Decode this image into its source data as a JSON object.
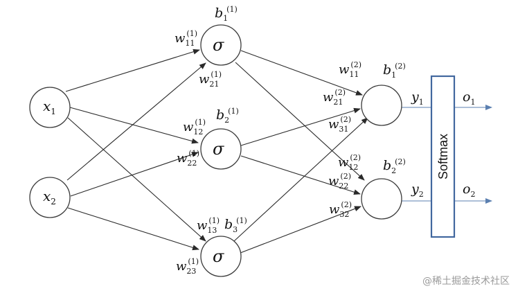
{
  "nodes": {
    "inputs": [
      {
        "symbol": "x",
        "sub": "1"
      },
      {
        "symbol": "x",
        "sub": "2"
      }
    ],
    "hidden": [
      {
        "activation": "σ",
        "bias": "b",
        "bias_sub": "1",
        "bias_sup": "(1)"
      },
      {
        "activation": "σ",
        "bias": "b",
        "bias_sub": "2",
        "bias_sup": "(1)"
      },
      {
        "activation": "σ",
        "bias": "b",
        "bias_sub": "3",
        "bias_sup": "(1)"
      }
    ],
    "output": [
      {
        "bias": "b",
        "bias_sub": "1",
        "bias_sup": "(2)",
        "y": "y",
        "y_sub": "1",
        "o": "o",
        "o_sub": "1"
      },
      {
        "bias": "b",
        "bias_sub": "2",
        "bias_sup": "(2)",
        "y": "y",
        "y_sub": "2",
        "o": "o",
        "o_sub": "2"
      }
    ]
  },
  "weights_layer1": [
    {
      "w": "w",
      "sub": "11",
      "sup": "(1)"
    },
    {
      "w": "w",
      "sub": "21",
      "sup": "(1)"
    },
    {
      "w": "w",
      "sub": "12",
      "sup": "(1)"
    },
    {
      "w": "w",
      "sub": "22",
      "sup": "(1)"
    },
    {
      "w": "w",
      "sub": "13",
      "sup": "(1)"
    },
    {
      "w": "w",
      "sub": "23",
      "sup": "(1)"
    }
  ],
  "weights_layer2": [
    {
      "w": "w",
      "sub": "11",
      "sup": "(2)"
    },
    {
      "w": "w",
      "sub": "21",
      "sup": "(2)"
    },
    {
      "w": "w",
      "sub": "31",
      "sup": "(2)"
    },
    {
      "w": "w",
      "sub": "12",
      "sup": "(2)"
    },
    {
      "w": "w",
      "sub": "22",
      "sup": "(2)"
    },
    {
      "w": "w",
      "sub": "32",
      "sup": "(2)"
    }
  ],
  "softmax": {
    "label": "Softmax"
  },
  "watermark": {
    "text": "@稀土掘金技术社区"
  }
}
